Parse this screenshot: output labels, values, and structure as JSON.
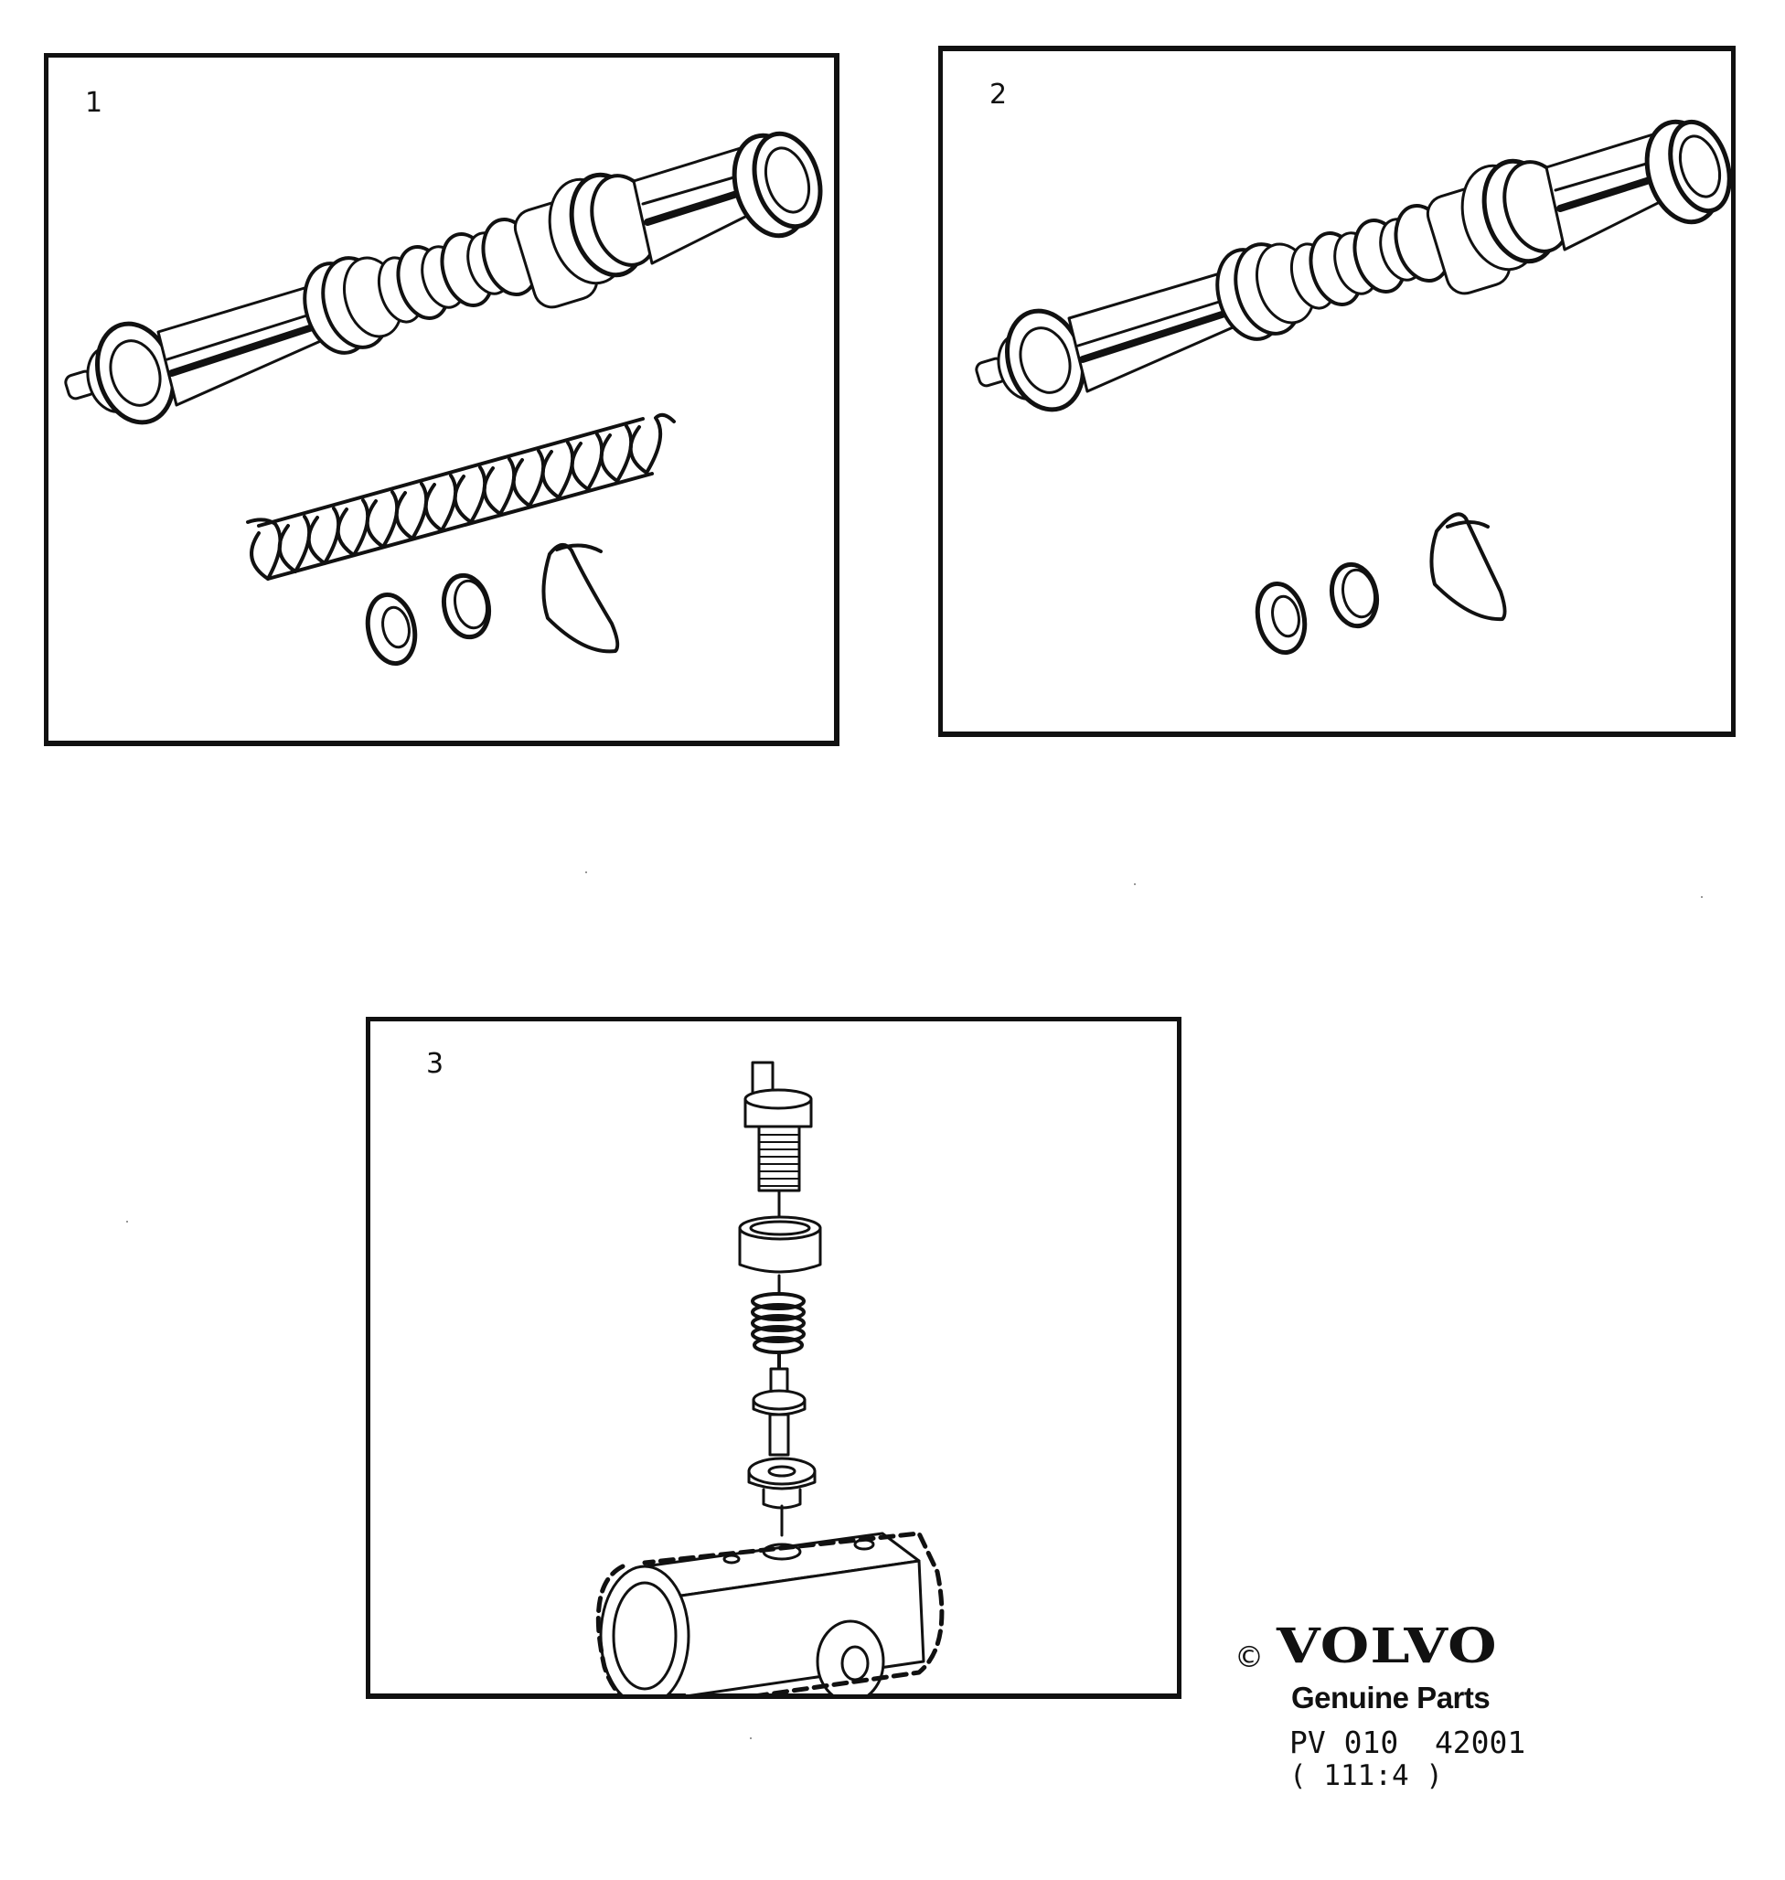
{
  "panels": [
    {
      "number": "1",
      "icon": "master-cylinder-piston-kit-with-spring-icon"
    },
    {
      "number": "2",
      "icon": "master-cylinder-piston-kit-icon"
    },
    {
      "number": "3",
      "icon": "bleeder-valve-assembly-icon"
    }
  ],
  "footer": {
    "copyright_symbol": "©",
    "brand": "VOLVO",
    "tagline": "Genuine Parts",
    "part_number": "PV 010  42001",
    "reference": "( 111:4 )"
  }
}
